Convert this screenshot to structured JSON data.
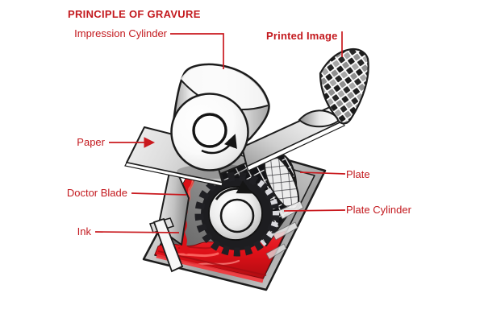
{
  "diagram": {
    "title": "PRINCIPLE OF GRAVURE",
    "labels": {
      "impression_cylinder": "Impression Cylinder",
      "printed_image": "Printed Image",
      "paper": "Paper",
      "doctor_blade": "Doctor Blade",
      "ink": "Ink",
      "plate": "Plate",
      "plate_cylinder": "Plate Cylinder"
    },
    "icons": {
      "paper_feed_arrow": "right-arrow",
      "impression_rotation_arrow": "curved-arrow-counter-clockwise",
      "plate_rotation_arrow": "curved-arrow-clockwise"
    },
    "colors": {
      "label_red": "#c3191e",
      "leader_red": "#c9191e",
      "ink_red": "#df1018",
      "outline_black": "#1c1c1c",
      "background": "#ffffff"
    }
  }
}
